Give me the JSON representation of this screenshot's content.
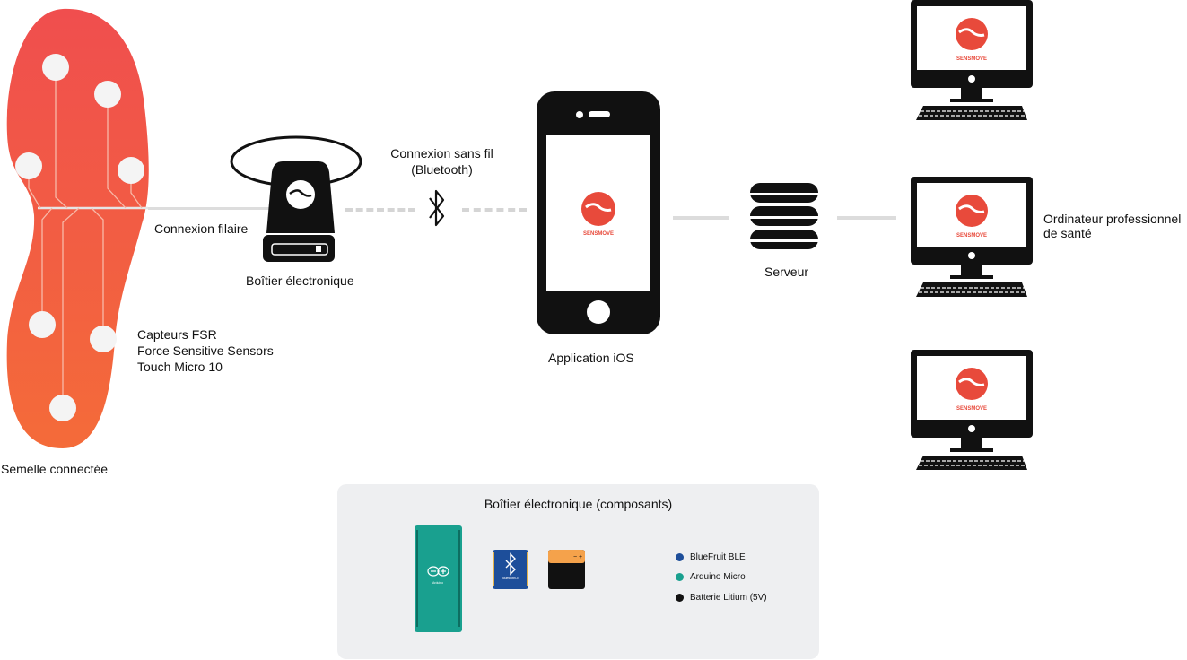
{
  "insole": {
    "label": "Semelle connectée",
    "sensors_label": [
      "Capteurs FSR",
      "Force Sensitive Sensors",
      "Touch Micro 10"
    ]
  },
  "wired_label": "Connexion filaire",
  "box_label": "Boîtier électronique",
  "wireless_label": [
    "Connexion sans fil",
    "(Bluetooth)"
  ],
  "app_label": "Application iOS",
  "server_label": "Serveur",
  "computer_label": [
    "Ordinateur professionnel",
    "de santé"
  ],
  "brand": "SENSMOVE",
  "components": {
    "title": "Boîtier électronique (composants)",
    "legend": [
      {
        "label": "BlueFruit BLE",
        "color": "#1d4e9a"
      },
      {
        "label": "Arduino Micro",
        "color": "#19a08f"
      },
      {
        "label": "Batterie Litium (5V)",
        "color": "#111111"
      }
    ],
    "arduino_text": "Arduino",
    "bluefruit_text": "BluetoothLE",
    "battery_sign": "− +"
  },
  "colors": {
    "brand_red": "#e84a3b",
    "insole_top": "#f04e4e",
    "insole_bottom": "#f4683a",
    "connector_gray": "#cccccc",
    "device_black": "#111111"
  }
}
